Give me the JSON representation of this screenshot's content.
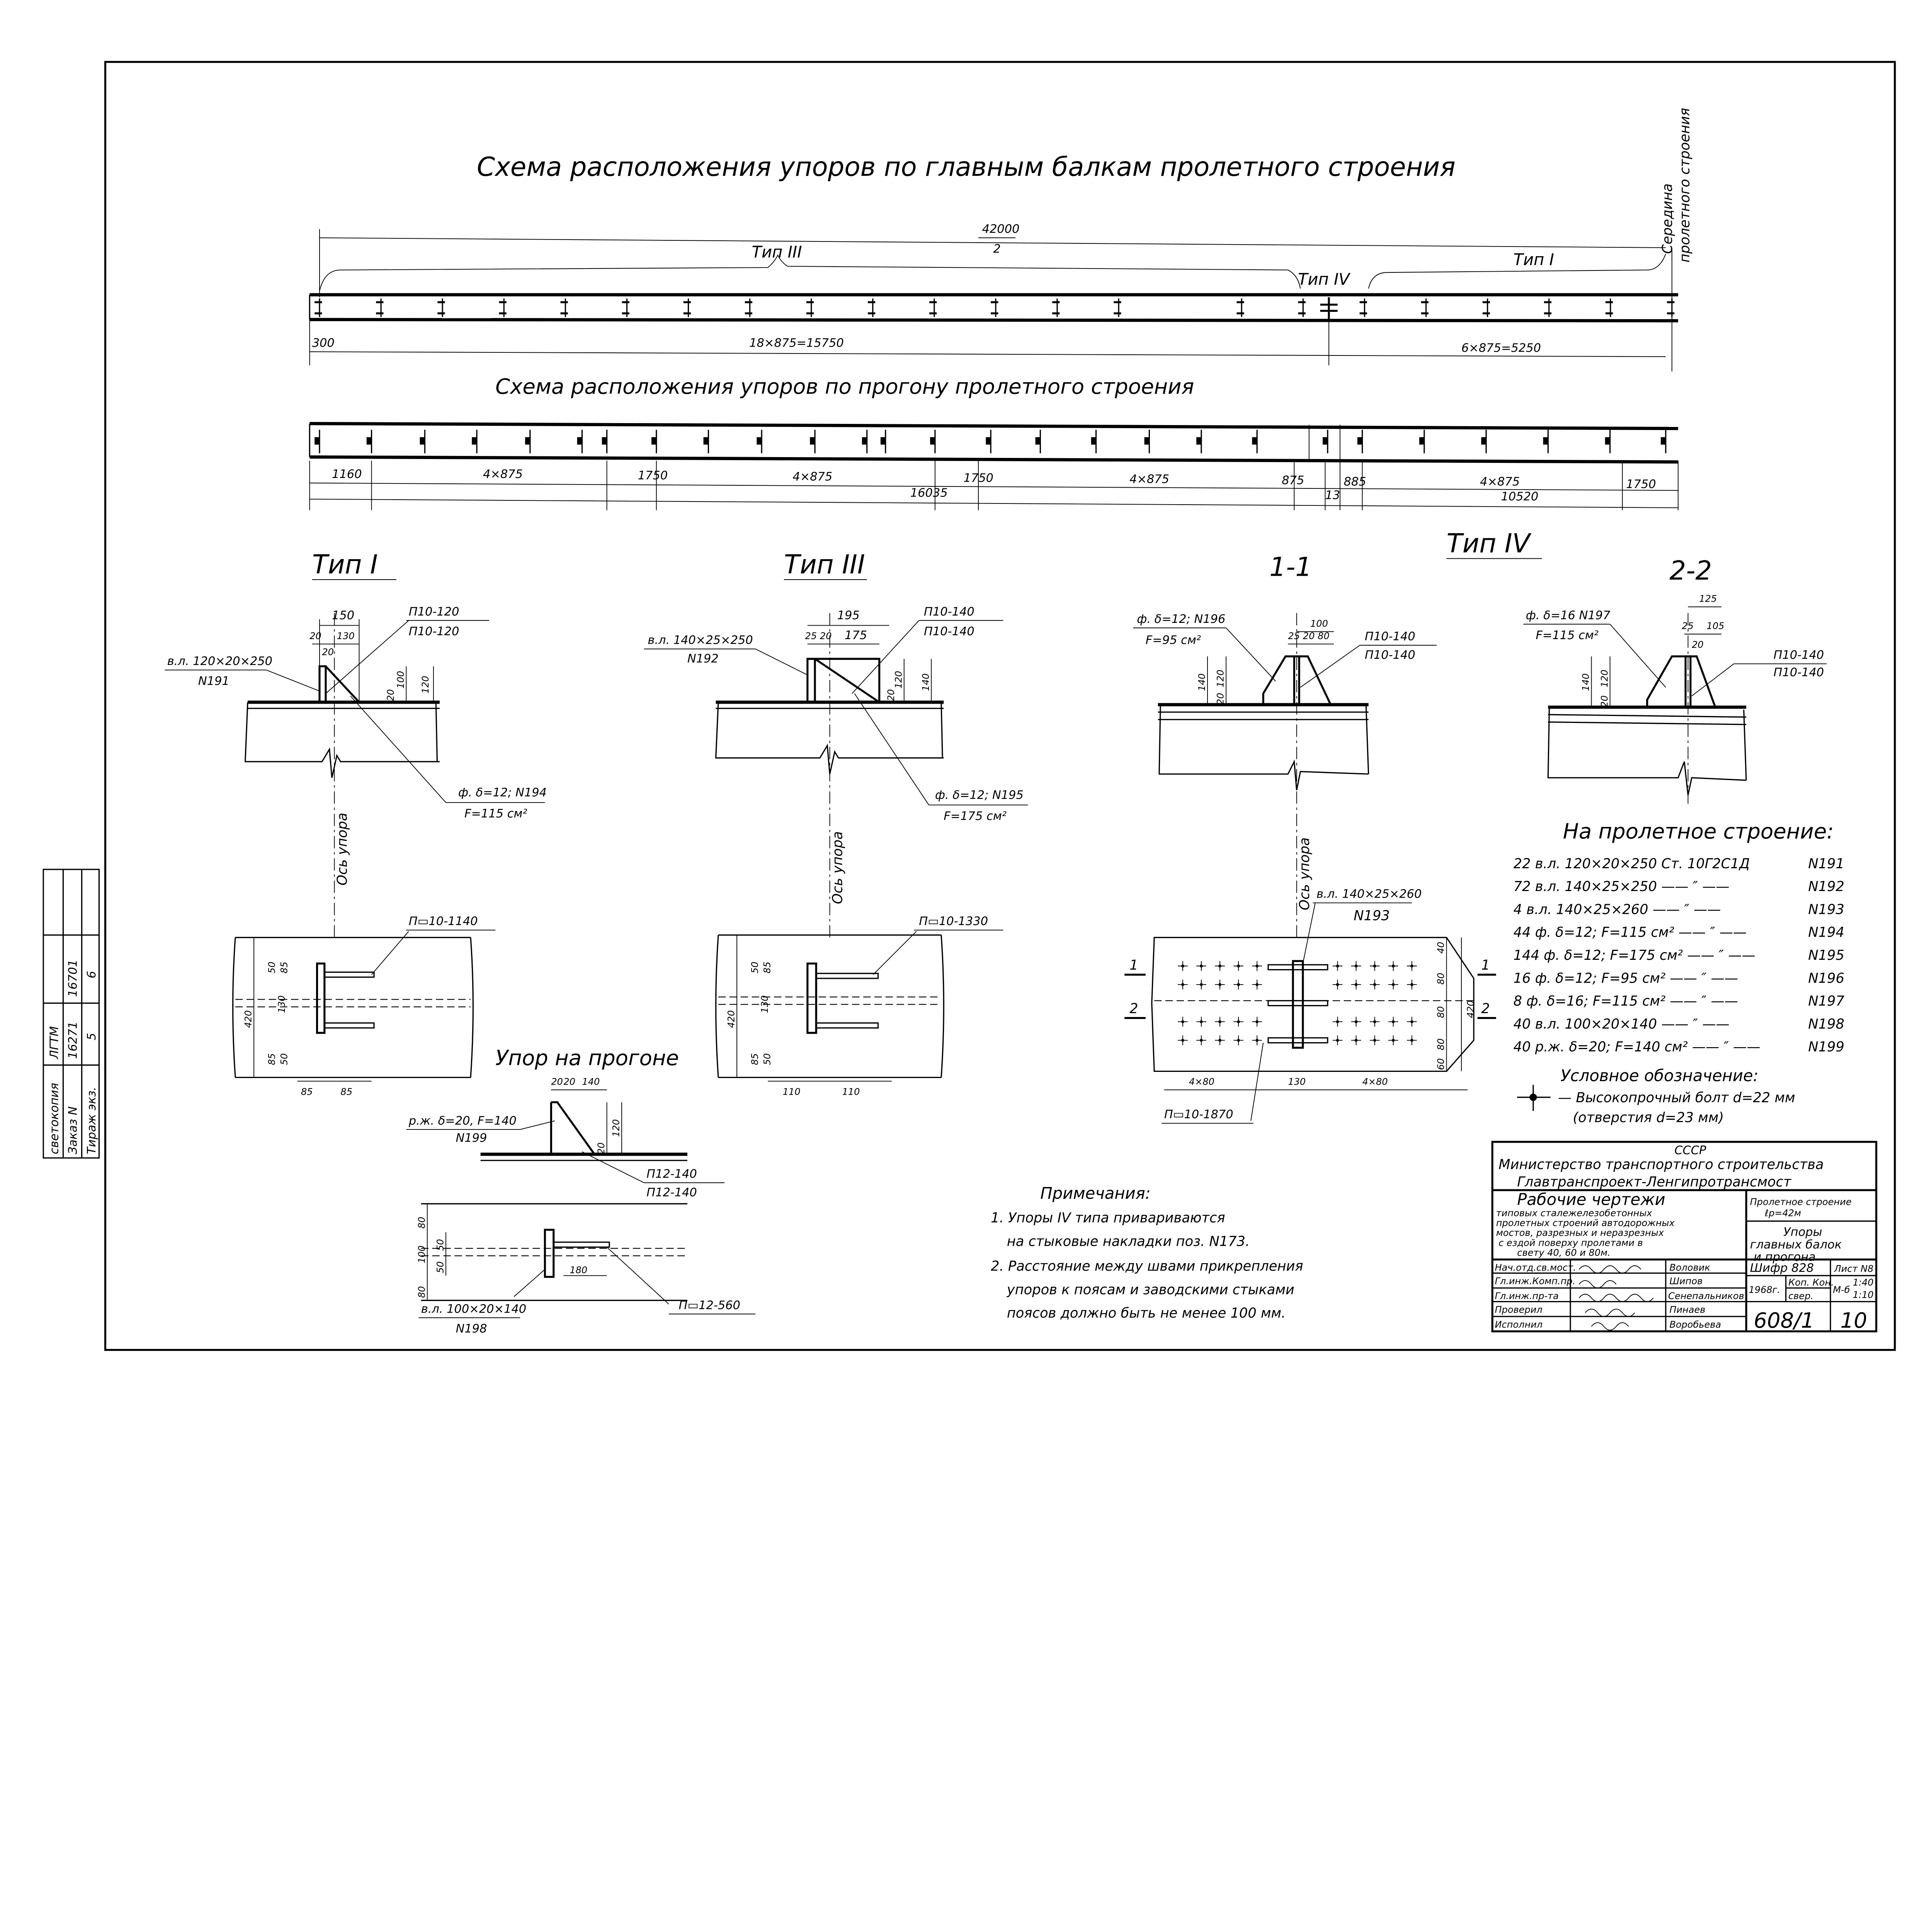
{
  "scheme_main": {
    "title": "Схема расположения упоров по главным балкам пролетного строения",
    "midspan_label_1": "Середина",
    "midspan_label_2": "пролетного строения",
    "total_numerator": "42000",
    "total_denominator": "2",
    "zone_type_iii": "Тип III",
    "zone_type_iv": "Тип IV",
    "zone_type_i": "Тип I",
    "dim_left": "300",
    "dim_mid": "18×875=15750",
    "dim_right": "6×875=5250"
  },
  "scheme_purlin": {
    "title": "Схема расположения упоров по прогону пролетного строения",
    "dims": [
      "1160",
      "4×875",
      "1750",
      "4×875",
      "1750",
      "4×875",
      "875",
      "885",
      "4×875",
      "1750"
    ],
    "totals": [
      "16035",
      "13",
      "10520"
    ]
  },
  "type_i": {
    "title": "Тип I",
    "dims": [
      "150",
      "20",
      "130",
      "20",
      "20",
      "100",
      "120"
    ],
    "stiffener_label": "в.л. 120×20×250",
    "stiffener_pos": "N191",
    "weld_top": "П10-120",
    "weld_bottom": "П10-120",
    "gusset_label": "ф. δ=12; N194",
    "gusset_area": "F=115 см²",
    "axis_label": "Ось упора",
    "plan_weld": "П▭10-1140",
    "plan_dims": [
      "50",
      "85",
      "420",
      "130",
      "85",
      "50",
      "85",
      "85"
    ]
  },
  "type_iii": {
    "title": "Тип III",
    "dims": [
      "195",
      "25",
      "20",
      "175",
      "20",
      "120",
      "140"
    ],
    "stiffener_label": "в.л. 140×25×250",
    "stiffener_pos": "N192",
    "weld_top": "П10-140",
    "weld_bottom": "П10-140",
    "gusset_label": "ф. δ=12; N195",
    "gusset_area": "F=175 см²",
    "axis_label": "Ось упора",
    "plan_weld": "П▭10-1330",
    "plan_dims": [
      "50",
      "85",
      "420",
      "130",
      "85",
      "50",
      "110",
      "110"
    ]
  },
  "type_iv_heading": "Тип IV",
  "section_1_1": {
    "title": "1-1",
    "dims": [
      "100",
      "25",
      "20",
      "80",
      "140",
      "120",
      "20"
    ],
    "gusset_label": "ф. δ=12; N196",
    "gusset_area": "F=95 см²",
    "weld_top": "П10-140",
    "weld_bottom": "П10-140",
    "axis_label": "Ось упора",
    "plate_label": "в.л. 140×25×260",
    "plate_pos": "N193",
    "plan_weld": "П▭10-1870",
    "plan_dims_bottom": [
      "4×80",
      "130",
      "4×80"
    ],
    "plan_dims_right": [
      "40",
      "80",
      "80",
      "80",
      "60",
      "420"
    ],
    "cut_marks": [
      "1",
      "1",
      "2",
      "2"
    ]
  },
  "section_2_2": {
    "title": "2-2",
    "dims": [
      "125",
      "25",
      "105",
      "20",
      "140",
      "120",
      "20"
    ],
    "gusset_label": "ф. δ=16 N197",
    "gusset_area": "F=115 см²",
    "weld_top": "П10-140",
    "weld_bottom": "П10-140"
  },
  "purlin_stop": {
    "title": "Упор на прогоне",
    "rib_label": "р.ж. δ=20, F=140",
    "rib_pos": "N199",
    "weld_top": "П12-140",
    "weld_bottom": "П12-140",
    "plate_label": "в.л. 100×20×140",
    "plate_pos": "N198",
    "plan_weld": "П▭12-560",
    "dims": [
      "20",
      "20",
      "140",
      "20",
      "120",
      "80",
      "100",
      "80",
      "50",
      "50",
      "180"
    ]
  },
  "spec": {
    "heading": "На пролетное строение:",
    "rows": [
      {
        "item": "22 в.л. 120×20×250  Ст. 10Г2С1Д",
        "pos": "N191"
      },
      {
        "item": "72 в.л. 140×25×250  —— ″ ——",
        "pos": "N192"
      },
      {
        "item": "4 в.л. 140×25×260  —— ″ ——",
        "pos": "N193"
      },
      {
        "item": "44 ф.  δ=12; F=115 см²  —— ″ ——",
        "pos": "N194"
      },
      {
        "item": "144 ф.  δ=12; F=175 см²  —— ″ ——",
        "pos": "N195"
      },
      {
        "item": "16 ф.  δ=12; F=95 см²  —— ″ ——",
        "pos": "N196"
      },
      {
        "item": "8 ф.  δ=16; F=115 см²  —— ″ ——",
        "pos": "N197"
      },
      {
        "item": "40 в.л. 100×20×140  —— ″ ——",
        "pos": "N198"
      },
      {
        "item": "40 р.ж. δ=20; F=140 см²  —— ″ ——",
        "pos": "N199"
      }
    ],
    "legend_heading": "Условное обозначение:",
    "legend_text": "— Высокопрочный болт  d=22 мм",
    "legend_sub": "(отверстия  d=23 мм)"
  },
  "notes": {
    "heading": "Примечания:",
    "lines": [
      "1. Упоры IV типа привариваются",
      "на стыковые накладки поз. N173.",
      "2. Расстояние между швами прикрепления",
      "упоров к поясам и заводскими стыками",
      "поясов должно быть не менее 100 мм."
    ]
  },
  "title_block": {
    "country": "СССР",
    "ministry": "Министерство транспортного строительства",
    "institute": "Главтранспроект-Ленгипротрансмост",
    "doc_title": "Рабочие чертежи",
    "doc_desc": [
      "типовых сталежелезобетонных",
      "пролетных строений автодорожных",
      "мостов, разрезных и неразрезных",
      "с ездой поверху пролетами в",
      "свету 40, 60 и 80м."
    ],
    "span": "Пролетное строение",
    "span_len": "ℓр=42м",
    "sheet_title": [
      "Упоры",
      "главных балок",
      "и прогона"
    ],
    "roles": [
      "Нач.отд.св.мост.",
      "Гл.инж.Комп.пр.",
      "Гл.инж.пр-та",
      "Проверил",
      "Исполнил"
    ],
    "names": [
      "Воловик",
      "Шипов",
      "Сенепальников",
      "Пинаев",
      "Воробьева"
    ],
    "code": "Шифр 828",
    "sheet_no": "Лист N8",
    "year": "1968г.",
    "copied": "Коп. Кон.",
    "checked": "свер.",
    "scale_label": "М-б",
    "scale_1": "1:40",
    "scale_2": "1:10",
    "number": "608/1",
    "page": "10"
  },
  "stamp": {
    "labels": [
      "светокопия",
      "Заказ N",
      "Тираж экз."
    ],
    "org": "ЛГТМ",
    "order": "16271",
    "order_2": "16701",
    "copies": "5",
    "copies_2": "6"
  }
}
